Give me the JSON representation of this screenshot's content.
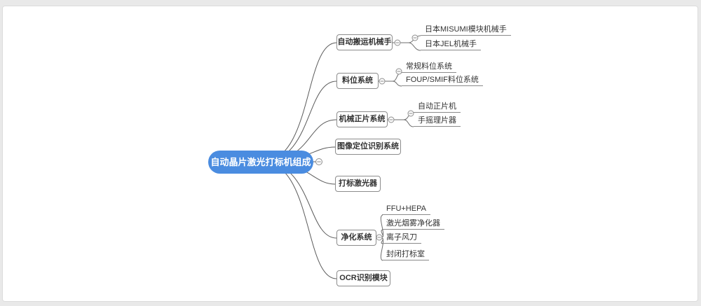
{
  "mindmap": {
    "root": {
      "label": "自动晶片激光打标机组成"
    },
    "branches": [
      {
        "label": "自动搬运机械手",
        "children": [
          {
            "label": "日本MISUMI模块机械手"
          },
          {
            "label": "日本JEL机械手"
          }
        ]
      },
      {
        "label": "料位系统",
        "children": [
          {
            "label": "常规料位系统"
          },
          {
            "label": "FOUP/SMIF料位系统"
          }
        ]
      },
      {
        "label": "机械正片系统",
        "children": [
          {
            "label": "自动正片机"
          },
          {
            "label": "手摇理片器"
          }
        ]
      },
      {
        "label": "图像定位识别系统",
        "children": []
      },
      {
        "label": "打标激光器",
        "children": []
      },
      {
        "label": "净化系统",
        "children": [
          {
            "label": "FFU+HEPA"
          },
          {
            "label": "激光烟雾净化器"
          },
          {
            "label": "离子风刀"
          },
          {
            "label": "封闭打标室"
          }
        ]
      },
      {
        "label": "OCR识别模块",
        "children": []
      }
    ],
    "colors": {
      "root_bg": "#4a8ce0",
      "root_text": "#ffffff",
      "topic_border": "#8c8c8c",
      "topic_text": "#333333",
      "connector": "#5a5a5a",
      "underline": "#8a8a8a",
      "canvas_bg": "#ffffff",
      "page_bg": "#e9e9e9"
    }
  }
}
